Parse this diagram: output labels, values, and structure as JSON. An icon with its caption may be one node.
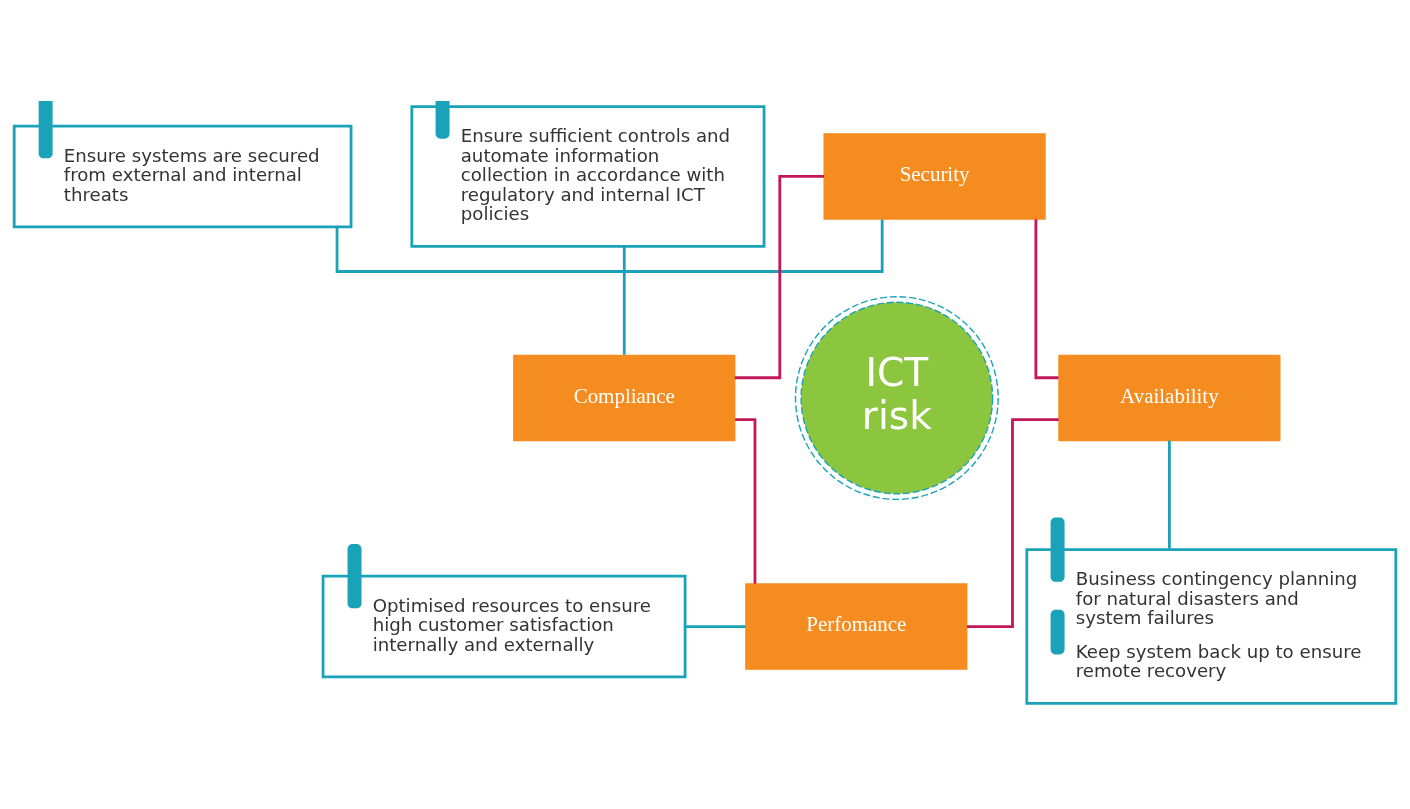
{
  "diagram": {
    "nodes": [
      {
        "text": [
          "Ensure systems are secured from external and internal threats"
        ]
      },
      {
        "text": [
          "Ensure sufficient controls and automate information collection in accordance with regulatory and internal ICT policies"
        ]
      },
      {
        "text": [
          "Security"
        ]
      },
      {
        "text": [
          "Compliance"
        ]
      },
      {
        "text": [
          "ICT risk"
        ]
      },
      {
        "text": [
          "Availability"
        ]
      },
      {
        "text": [
          "Business contingency planning for natural disasters and system failures",
          "Keep system back up to ensure remote recovery"
        ]
      },
      {
        "text": [
          "Perfomance"
        ]
      },
      {
        "text": [
          "Optimised resources to ensure high customer satisfaction internally and externally"
        ]
      }
    ],
    "edges": [
      {
        "from": 3,
        "to": 2,
        "arrow": "none",
        "color": "#c2185b"
      },
      {
        "from": 2,
        "to": 5,
        "arrow": "none",
        "color": "#c2185b"
      },
      {
        "from": 5,
        "to": 7,
        "arrow": "none",
        "color": "#c2185b"
      },
      {
        "from": 7,
        "to": 3,
        "arrow": "none",
        "color": "#c2185b"
      },
      {
        "from": 0,
        "to": 2,
        "arrow": "none",
        "color": "#1aa3b8"
      },
      {
        "from": 1,
        "to": 3,
        "arrow": "none",
        "color": "#1aa3b8"
      },
      {
        "from": 6,
        "to": 5,
        "arrow": "none",
        "color": "#1aa3b8"
      },
      {
        "from": 8,
        "to": 7,
        "arrow": "none",
        "color": "#1aa3b8"
      }
    ]
  }
}
